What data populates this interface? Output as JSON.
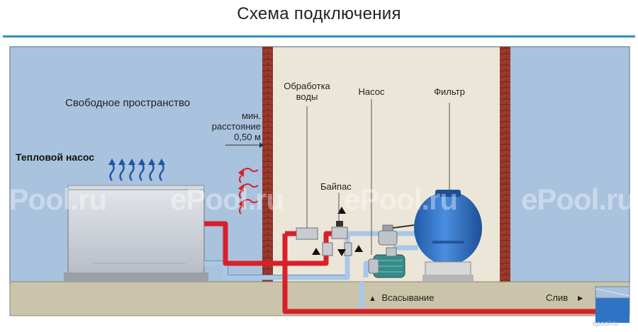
{
  "title": "Схема подключения",
  "labels": {
    "free_space": "Свободное пространство",
    "heat_pump": "Тепловой насос",
    "min_distance": [
      "мин.",
      "расстояние",
      "0,50 м"
    ],
    "water_treatment": [
      "Обработка",
      "воды"
    ],
    "pump": "Насос",
    "filter": "Фильтр",
    "bypass": "Байпас",
    "suction": "Всасывание",
    "drain": "Слив"
  },
  "arrows": {
    "suction_arrow": "▲",
    "drain_arrow": "►"
  },
  "watermark": {
    "text": "ePool.ru",
    "small": "epool.ru"
  },
  "colors": {
    "title_rule": "#2f8fd0",
    "wall_blue": "#a9c2dd",
    "room_beige": "#ece6d8",
    "brick": "#9b3a2e",
    "ground": "#c9c4aa",
    "hot_pipe": "#d8202a",
    "cold_pipe": "#a9c8e8",
    "filter_tank": "#2f73c4"
  }
}
